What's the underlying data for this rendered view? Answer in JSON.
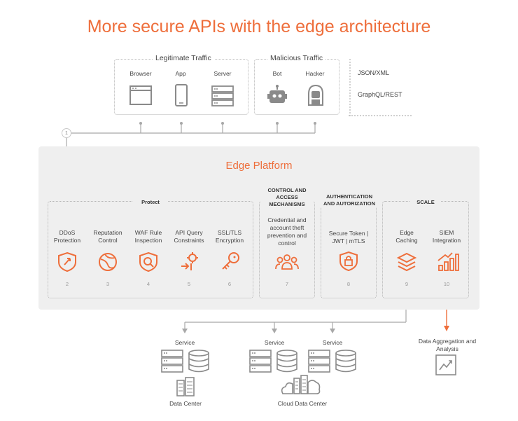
{
  "title": "More secure APIs with the edge architecture",
  "legitimate": {
    "label": "Legitimate Traffic",
    "items": [
      "Browser",
      "App",
      "Server"
    ]
  },
  "malicious": {
    "label": "Malicious Traffic",
    "items": [
      "Bot",
      "Hacker"
    ]
  },
  "formats": [
    "JSON/XML",
    "GraphQL/REST"
  ],
  "step1": "1",
  "platform": {
    "title": "Edge Platform",
    "protect": {
      "heading": "Protect",
      "items": [
        {
          "label": "DDoS Protection",
          "num": "2",
          "icon": "rocket-shield-icon"
        },
        {
          "label": "Reputation Control",
          "num": "3",
          "icon": "globe-icon"
        },
        {
          "label": "WAF Rule Inspection",
          "num": "4",
          "icon": "magnifier-shield-icon"
        },
        {
          "label": "API Query Constraints",
          "num": "5",
          "icon": "gear-arrow-icon"
        },
        {
          "label": "SSL/TLS Encryption",
          "num": "6",
          "icon": "key-icon"
        }
      ]
    },
    "control": {
      "heading": "CONTROL AND ACCESS MECHANISMS",
      "label": "Credential and account theft prevention and control",
      "num": "7",
      "icon": "people-icon"
    },
    "auth": {
      "heading": "AUTHENTICATION AND AUTORIZATION",
      "label": "Secure Token | JWT | mTLS",
      "num": "8",
      "icon": "lock-shield-icon"
    },
    "scale": {
      "heading": "SCALE",
      "items": [
        {
          "label": "Edge Caching",
          "num": "9",
          "icon": "layers-icon"
        },
        {
          "label": "SIEM Integration",
          "num": "10",
          "icon": "bar-chart-icon"
        }
      ]
    }
  },
  "services": [
    "Service",
    "Service",
    "Service"
  ],
  "data_center": "Data Center",
  "cloud_data_center": "Cloud Data Center",
  "analysis": "Data Aggregation and Analysis",
  "colors": {
    "accent": "#ee6e3b",
    "platform_bg": "#efefef",
    "icon_gray": "#8a8a8a"
  }
}
